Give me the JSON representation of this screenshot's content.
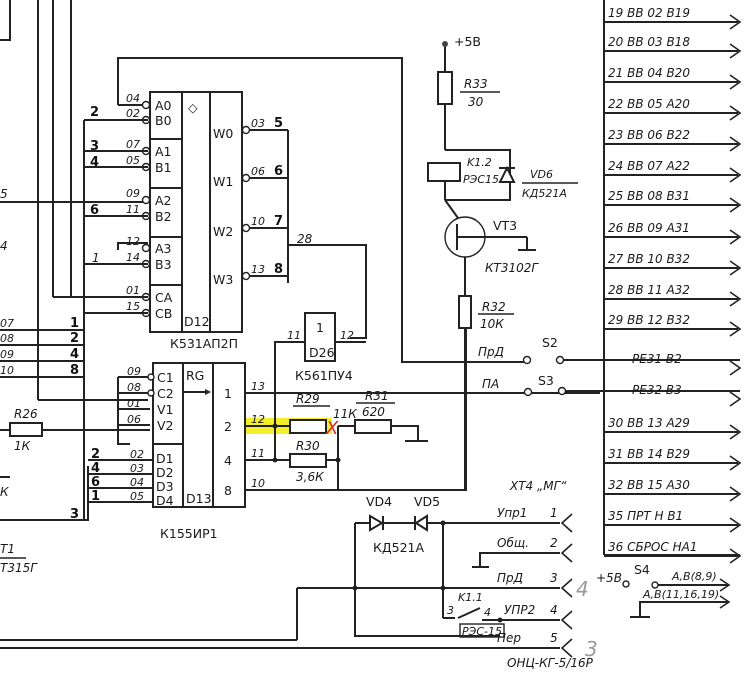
{
  "power": {
    "label": "+5В"
  },
  "r33": {
    "name": "R33",
    "value": "30"
  },
  "k12": {
    "name": "K1.2",
    "type": "РЭС15"
  },
  "vd6": {
    "name": "VD6",
    "type": "КД521А"
  },
  "vt3": {
    "name": "VT3",
    "type": "КТ3102Г"
  },
  "r32": {
    "name": "R32",
    "value": "10К"
  },
  "switches": {
    "s2": {
      "name": "S2",
      "label": "ПрД"
    },
    "s3": {
      "name": "S3",
      "label": "ПА"
    },
    "s4": {
      "name": "S4",
      "label": "+5В"
    }
  },
  "d12": {
    "type": "К531АП2П",
    "ref": "D12",
    "symbol": "◇",
    "inputs": [
      {
        "name": "A0",
        "pin": "04"
      },
      {
        "name": "B0",
        "pin": "02"
      },
      {
        "name": "A1",
        "pin": "07"
      },
      {
        "name": "B1",
        "pin": "05"
      },
      {
        "name": "A2",
        "pin": "09"
      },
      {
        "name": "B2",
        "pin": "11"
      },
      {
        "name": "A3",
        "pin": "12"
      },
      {
        "name": "B3",
        "pin": "14"
      },
      {
        "name": "CA",
        "pin": "01"
      },
      {
        "name": "CB",
        "pin": "15"
      }
    ],
    "outputs": [
      {
        "name": "W0",
        "pin": "03",
        "net": "5"
      },
      {
        "name": "W1",
        "pin": "06",
        "net": "6"
      },
      {
        "name": "W2",
        "pin": "10",
        "net": "7"
      },
      {
        "name": "W3",
        "pin": "13",
        "net": "8"
      }
    ],
    "left_nets": [
      "2",
      "3",
      "4",
      "6",
      "1"
    ],
    "out_bus": "28"
  },
  "d13": {
    "type": "К155ИР1",
    "ref": "D13",
    "rs": "RG",
    "ctrl": [
      {
        "name": "C1",
        "pin": "09"
      },
      {
        "name": "C2",
        "pin": "08"
      },
      {
        "name": "V1",
        "pin": "01"
      },
      {
        "name": "V2",
        "pin": "06"
      }
    ],
    "data": [
      {
        "name": "D1",
        "pin": "02",
        "net": "2"
      },
      {
        "name": "D2",
        "pin": "03",
        "net": "4"
      },
      {
        "name": "D3",
        "pin": "04",
        "net": "6"
      },
      {
        "name": "D4",
        "pin": "05",
        "net": "1"
      }
    ],
    "outputs": [
      {
        "weight": "1",
        "pin": "13"
      },
      {
        "weight": "2",
        "pin": "12"
      },
      {
        "weight": "4",
        "pin": "11"
      },
      {
        "weight": "8",
        "pin": "10"
      }
    ],
    "bottom_net": "3"
  },
  "d26": {
    "type": "К561ПУ4",
    "ref": "D26",
    "gate": "1",
    "pin_in": "11",
    "pin_out": "12"
  },
  "r26": {
    "name": "R26",
    "value": "1К"
  },
  "r29": {
    "name": "R29",
    "value": "11К"
  },
  "r30": {
    "name": "R30",
    "value": "3,6К"
  },
  "r31": {
    "name": "R31",
    "value": "620"
  },
  "left_bus": [
    {
      "net": "07",
      "num": "1"
    },
    {
      "net": "08",
      "num": "2"
    },
    {
      "net": "09",
      "num": "4"
    },
    {
      "net": "10",
      "num": "8"
    }
  ],
  "left_fragments": {
    "a": "5",
    "b": "4",
    "c": "К",
    "vt1": "Т1",
    "vt1_type": "Т315Г"
  },
  "vd45": {
    "vd4": "VD4",
    "vd5": "VD5",
    "type": "КД521А"
  },
  "k11": {
    "name": "K1.1",
    "type": "РЭС-15",
    "pin_a": "3",
    "pin_b": "4"
  },
  "connector": {
    "name": "ХТ4 „МГ“",
    "type": "ОНЦ-КГ-5/16Р",
    "pins": [
      {
        "label": "Упр1",
        "num": "1"
      },
      {
        "label": "Общ.",
        "num": "2"
      },
      {
        "label": "ПрД",
        "num": "3"
      },
      {
        "label": "УПР2",
        "num": "4"
      },
      {
        "label": "Пер",
        "num": "5"
      }
    ]
  },
  "outputs": [
    {
      "text": "19 ВВ 02 В19"
    },
    {
      "text": "20 ВВ 03 В18"
    },
    {
      "text": "21 ВВ 04 В20"
    },
    {
      "text": "22 ВВ 05 А20"
    },
    {
      "text": "23 ВВ 06 В22"
    },
    {
      "text": "24 ВВ 07 А22"
    },
    {
      "text": "25 ВВ 08 В31"
    },
    {
      "text": "26 ВВ 09 А31"
    },
    {
      "text": "27 ВВ 10 В32"
    },
    {
      "text": "28 ВВ 11 А32"
    },
    {
      "text": "29 ВВ 12 В32"
    },
    {
      "text": "РЕ31   В2"
    },
    {
      "text": "РЕ32   В3"
    },
    {
      "text": "30 ВВ 13 А29"
    },
    {
      "text": "31 ВВ 14 В29"
    },
    {
      "text": "32 ВВ 15 А30"
    },
    {
      "text": "35 ПРТ Н В1"
    },
    {
      "text": "36 СБРОС НА1"
    },
    {
      "text": "А,В(8,9)"
    },
    {
      "text": "А,В(11,16,19)"
    }
  ],
  "annotations": {
    "pencil_4": "4",
    "pencil_3": "3",
    "mark_x": "X",
    "highlight_color": "#f5ee2a",
    "mark_color": "#e0241b"
  }
}
